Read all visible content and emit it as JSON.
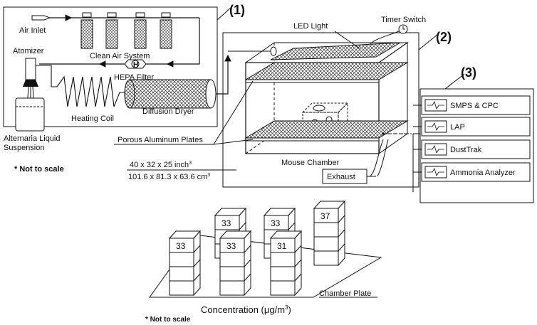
{
  "sections": {
    "s1": "(1)",
    "s2": "(2)",
    "s3": "(3)"
  },
  "labels": {
    "air_inlet": "Air Inlet",
    "clean_air_system": "Clean Air System",
    "atomizer": "Atomizer",
    "hepa_filter": "HEPA Filter",
    "hepa_symbol": "H",
    "heating_coil": "Heating Coil",
    "diffusion_dryer": "Diffusion Dryer",
    "suspension_line1": "Alternaria Liquid",
    "suspension_line2": "Suspension",
    "not_to_scale_top": "* Not to scale",
    "led_light": "LED Light",
    "timer_switch": "Timer Switch",
    "porous_plates": "Porous Aluminum Plates",
    "mouse_chamber": "Mouse Chamber",
    "dims_inch": "40 x 32 x 25 inch",
    "dims_inch_sup": "3",
    "dims_cm": "101.6 x 81.3 x 63.6 cm",
    "dims_cm_sup": "3",
    "exhaust": "Exhaust",
    "chamber_plate": "Chamber Plate",
    "concentration": "Concentration (μg/m",
    "concentration_sup": "3",
    "concentration_end": ")",
    "not_to_scale_bottom": "* Not to scale"
  },
  "instruments": [
    "SMPS & CPC",
    "LAP",
    "DustTrak",
    "Ammonia Analyzer"
  ],
  "concentrations": {
    "back_left": "33",
    "back_middle": "33",
    "back_right": "37",
    "front_left": "33",
    "front_middle": "33",
    "front_right": "31"
  }
}
